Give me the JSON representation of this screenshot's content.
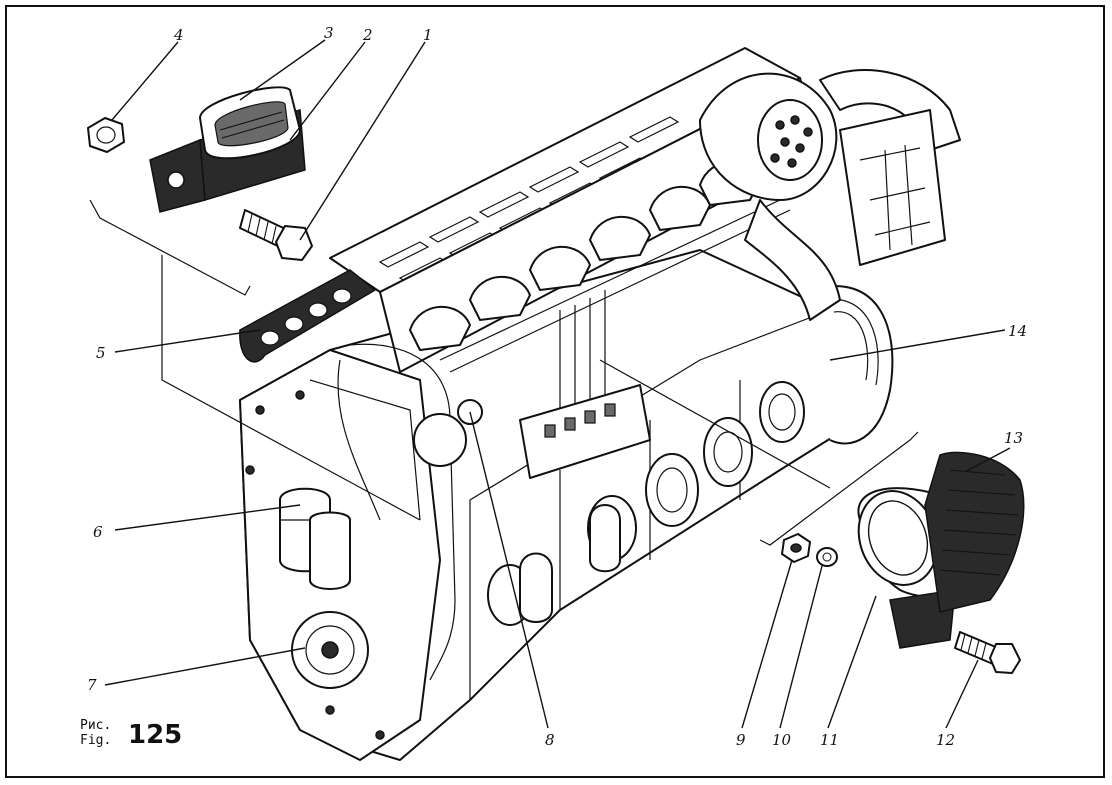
{
  "figure": {
    "label_ru": "Рис.",
    "label_en": "Fig.",
    "number": "125"
  },
  "callouts": [
    {
      "id": "c1",
      "text": "1"
    },
    {
      "id": "c2",
      "text": "2"
    },
    {
      "id": "c3",
      "text": "3"
    },
    {
      "id": "c4",
      "text": "4"
    },
    {
      "id": "c5",
      "text": "5"
    },
    {
      "id": "c6",
      "text": "6"
    },
    {
      "id": "c7",
      "text": "7"
    },
    {
      "id": "c8",
      "text": "8"
    },
    {
      "id": "c9",
      "text": "9"
    },
    {
      "id": "c10",
      "text": "10"
    },
    {
      "id": "c11",
      "text": "11"
    },
    {
      "id": "c12",
      "text": "12"
    },
    {
      "id": "c13",
      "text": "13"
    },
    {
      "id": "c14",
      "text": "14"
    }
  ]
}
